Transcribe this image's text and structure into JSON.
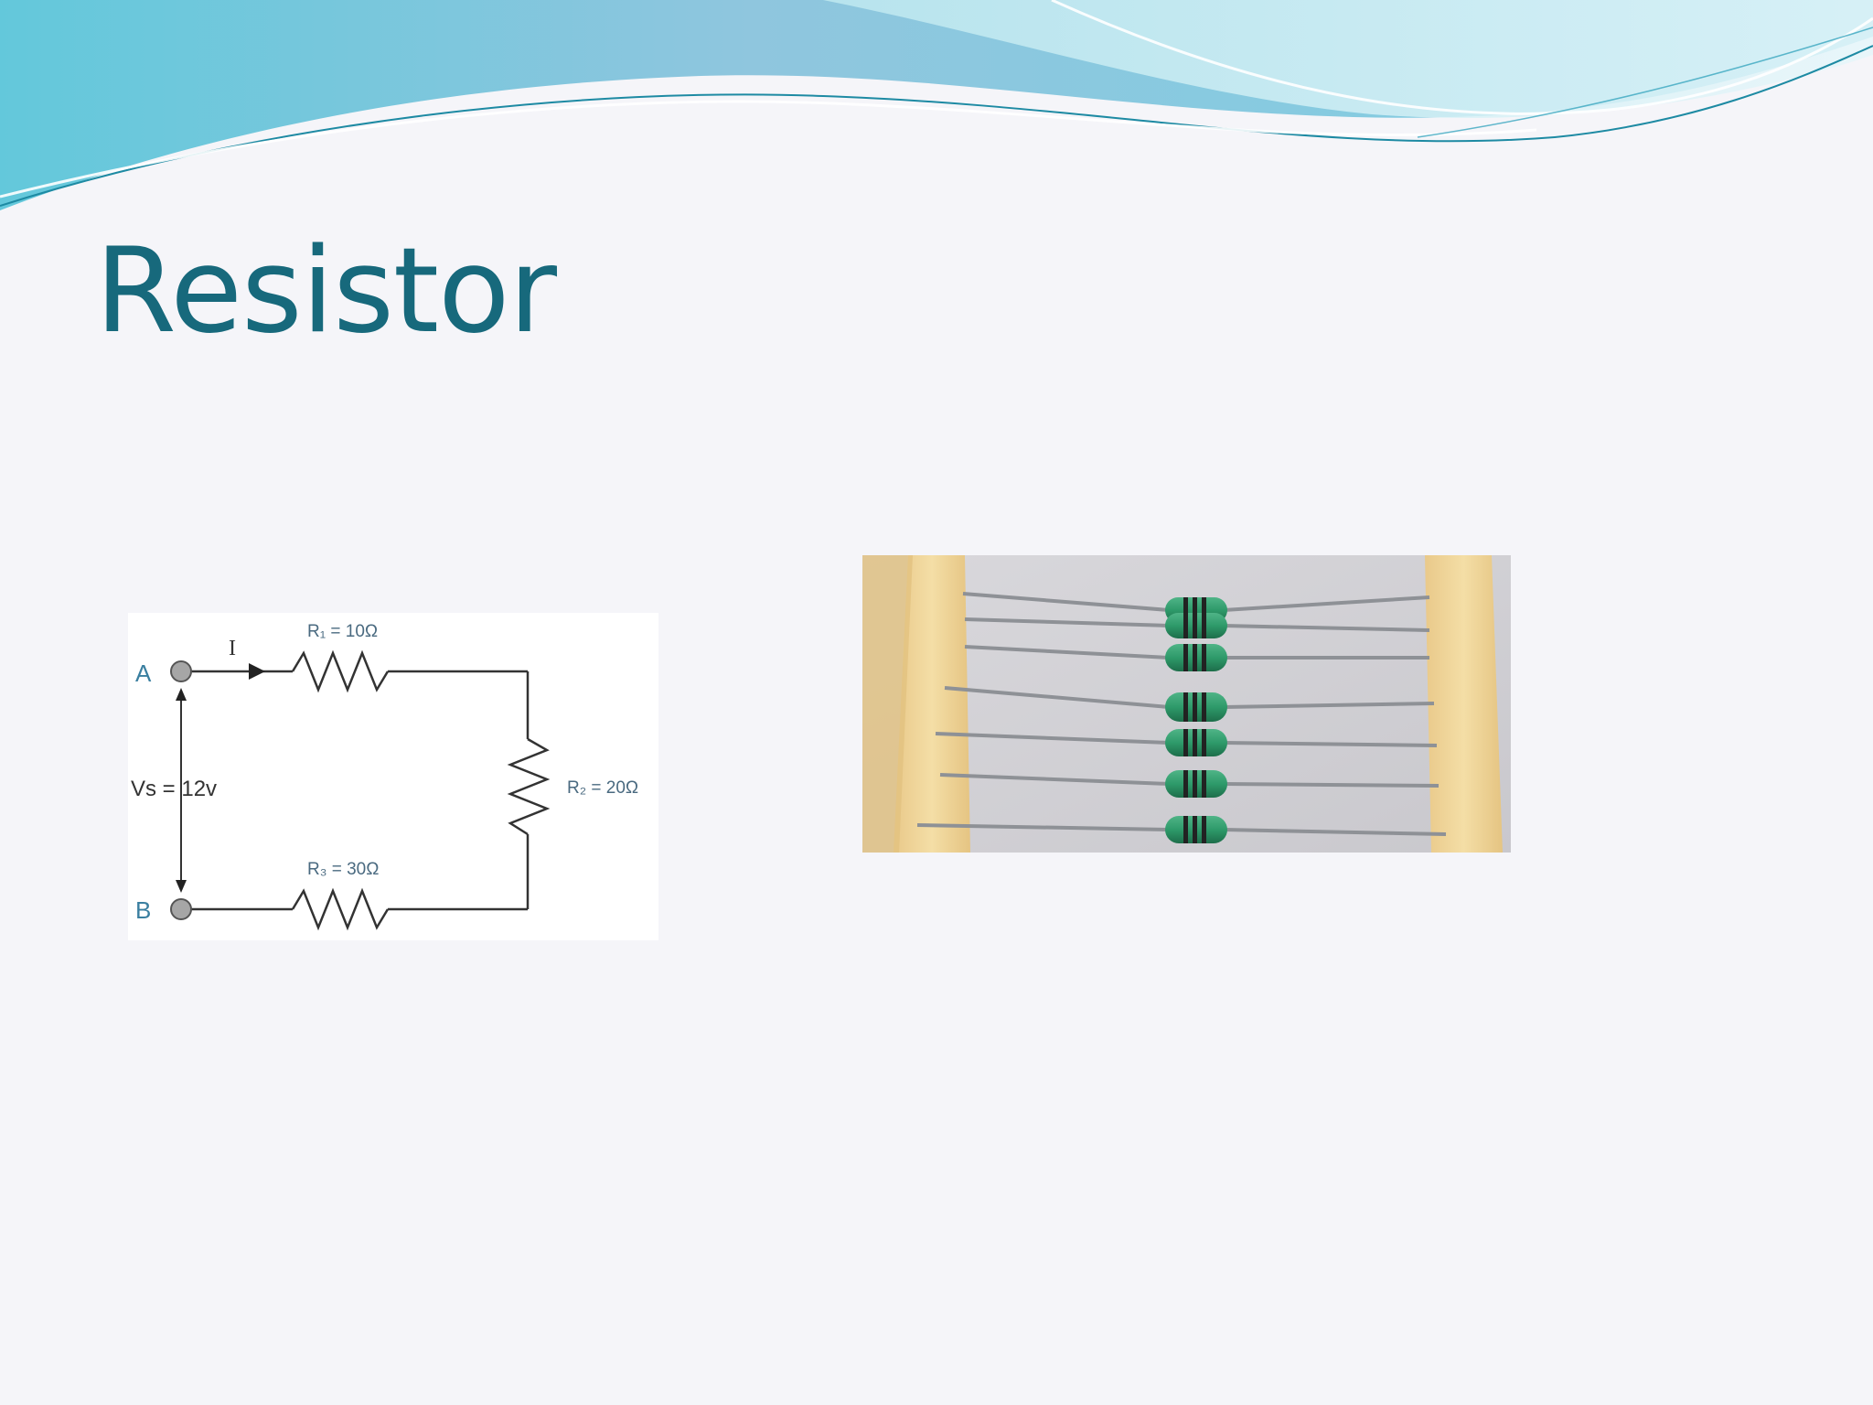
{
  "slide": {
    "title": "Resistor"
  },
  "circuit": {
    "node_a": "A",
    "node_b": "B",
    "current": "I",
    "source": "Vs = 12v",
    "r1_label": "R₁ = 10Ω",
    "r2_label": "R₂ = 20Ω",
    "r3_label": "R₃ = 30Ω"
  },
  "photo": {
    "subject": "axial resistors on tape",
    "resistor_count": 7,
    "body_color": "#2e9a6a",
    "tape_color": "#f2d79a"
  },
  "theme": {
    "title_color": "#17697c",
    "wave_color": "#6ec9dd"
  }
}
